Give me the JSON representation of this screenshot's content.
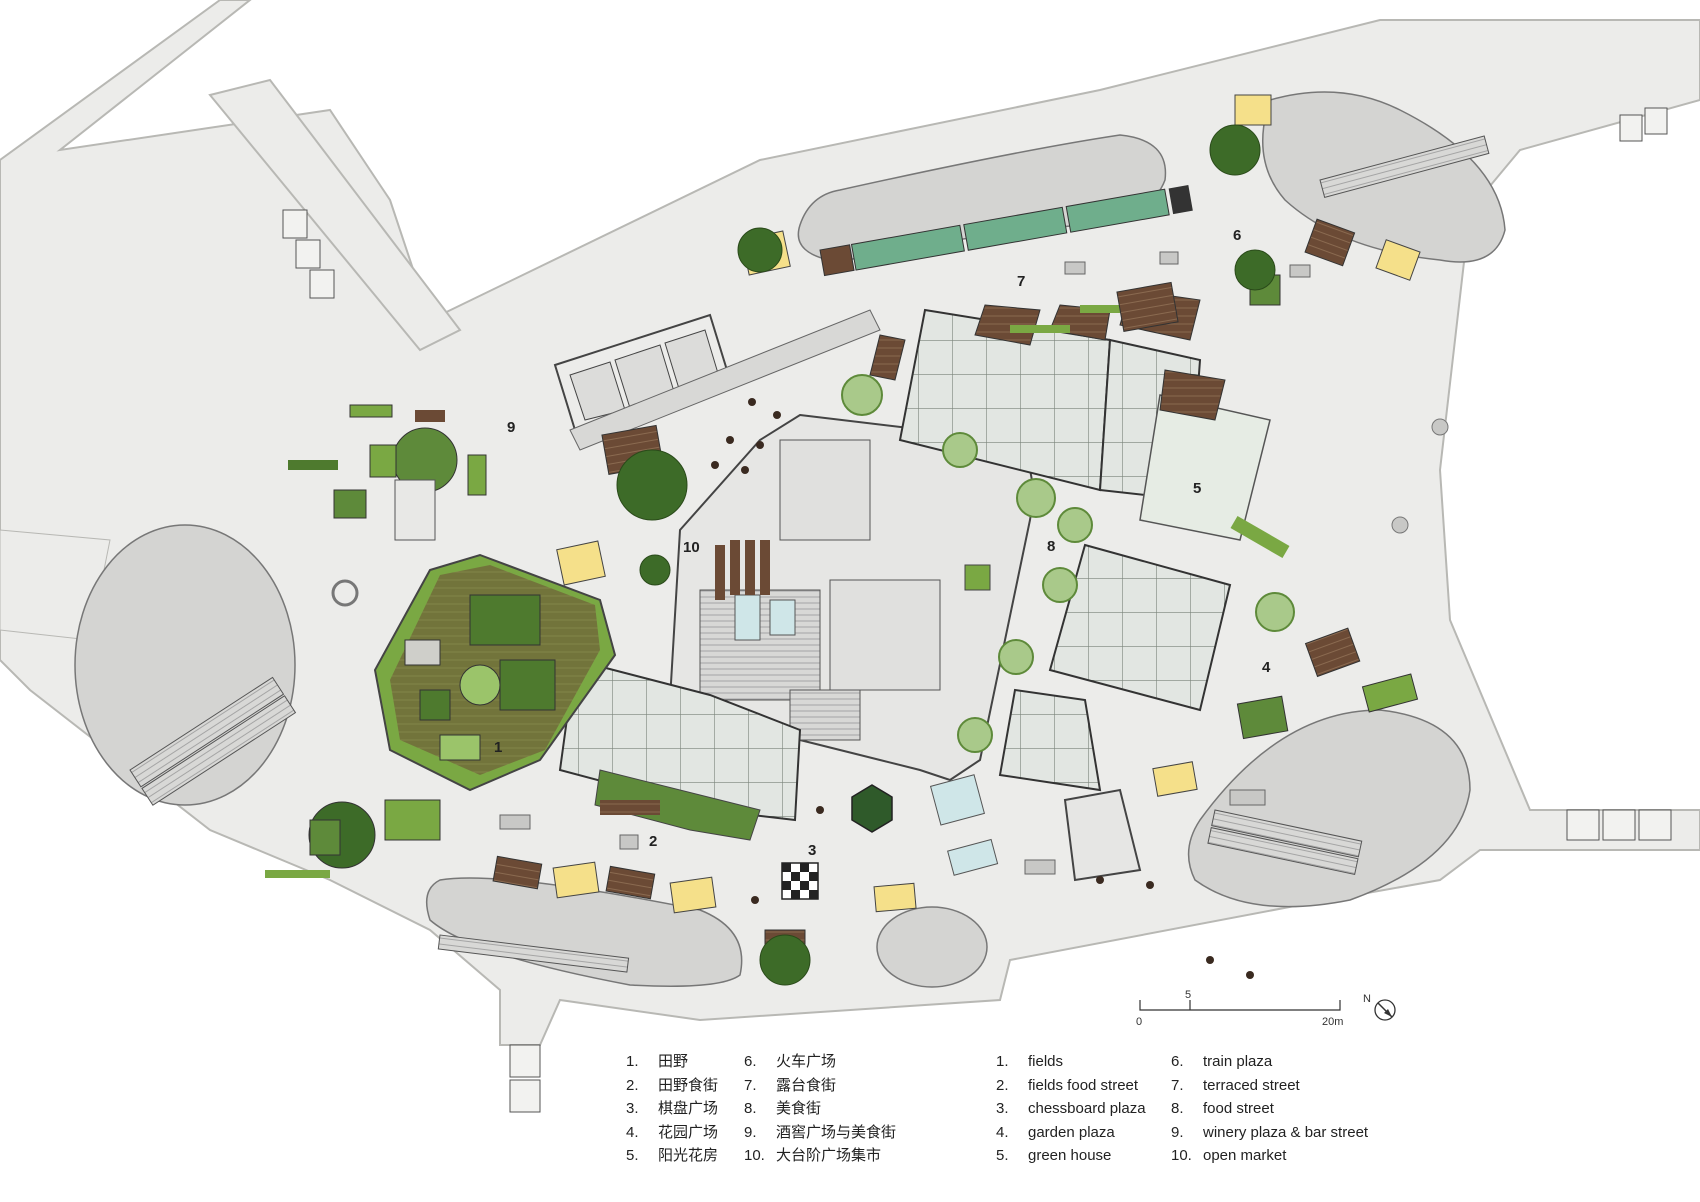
{
  "map": {
    "zone_numbers": [
      "1",
      "2",
      "3",
      "4",
      "5",
      "6",
      "7",
      "8",
      "9",
      "10"
    ],
    "legend_cn": [
      {
        "n": "1.",
        "label": "田野"
      },
      {
        "n": "2.",
        "label": "田野食街"
      },
      {
        "n": "3.",
        "label": "棋盘广场"
      },
      {
        "n": "4.",
        "label": "花园广场"
      },
      {
        "n": "5.",
        "label": "阳光花房"
      },
      {
        "n": "6.",
        "label": "火车广场"
      },
      {
        "n": "7.",
        "label": "露台食街"
      },
      {
        "n": "8.",
        "label": "美食街"
      },
      {
        "n": "9.",
        "label": "酒窖广场与美食街"
      },
      {
        "n": "10.",
        "label": "大台阶广场集市"
      }
    ],
    "legend_en": [
      {
        "n": "1.",
        "label": "fields"
      },
      {
        "n": "2.",
        "label": "fields food street"
      },
      {
        "n": "3.",
        "label": "chessboard plaza"
      },
      {
        "n": "4.",
        "label": "garden plaza"
      },
      {
        "n": "5.",
        "label": "green house"
      },
      {
        "n": "6.",
        "label": "train plaza"
      },
      {
        "n": "7.",
        "label": "terraced street"
      },
      {
        "n": "8.",
        "label": "food street"
      },
      {
        "n": "9.",
        "label": "winery plaza & bar street"
      },
      {
        "n": "10.",
        "label": "open market"
      }
    ],
    "scale": {
      "zero": "0",
      "mid": "5",
      "end": "20m"
    },
    "north_label": "N",
    "colors": {
      "ground": "#ececea",
      "void": "#d4d4d2",
      "green": "#5e8a3a",
      "light_green": "#8cb85a",
      "wood": "#6b4a35",
      "yellow": "#f5e08a",
      "glass": "#dfe4df",
      "train": "#6fae8c"
    }
  }
}
